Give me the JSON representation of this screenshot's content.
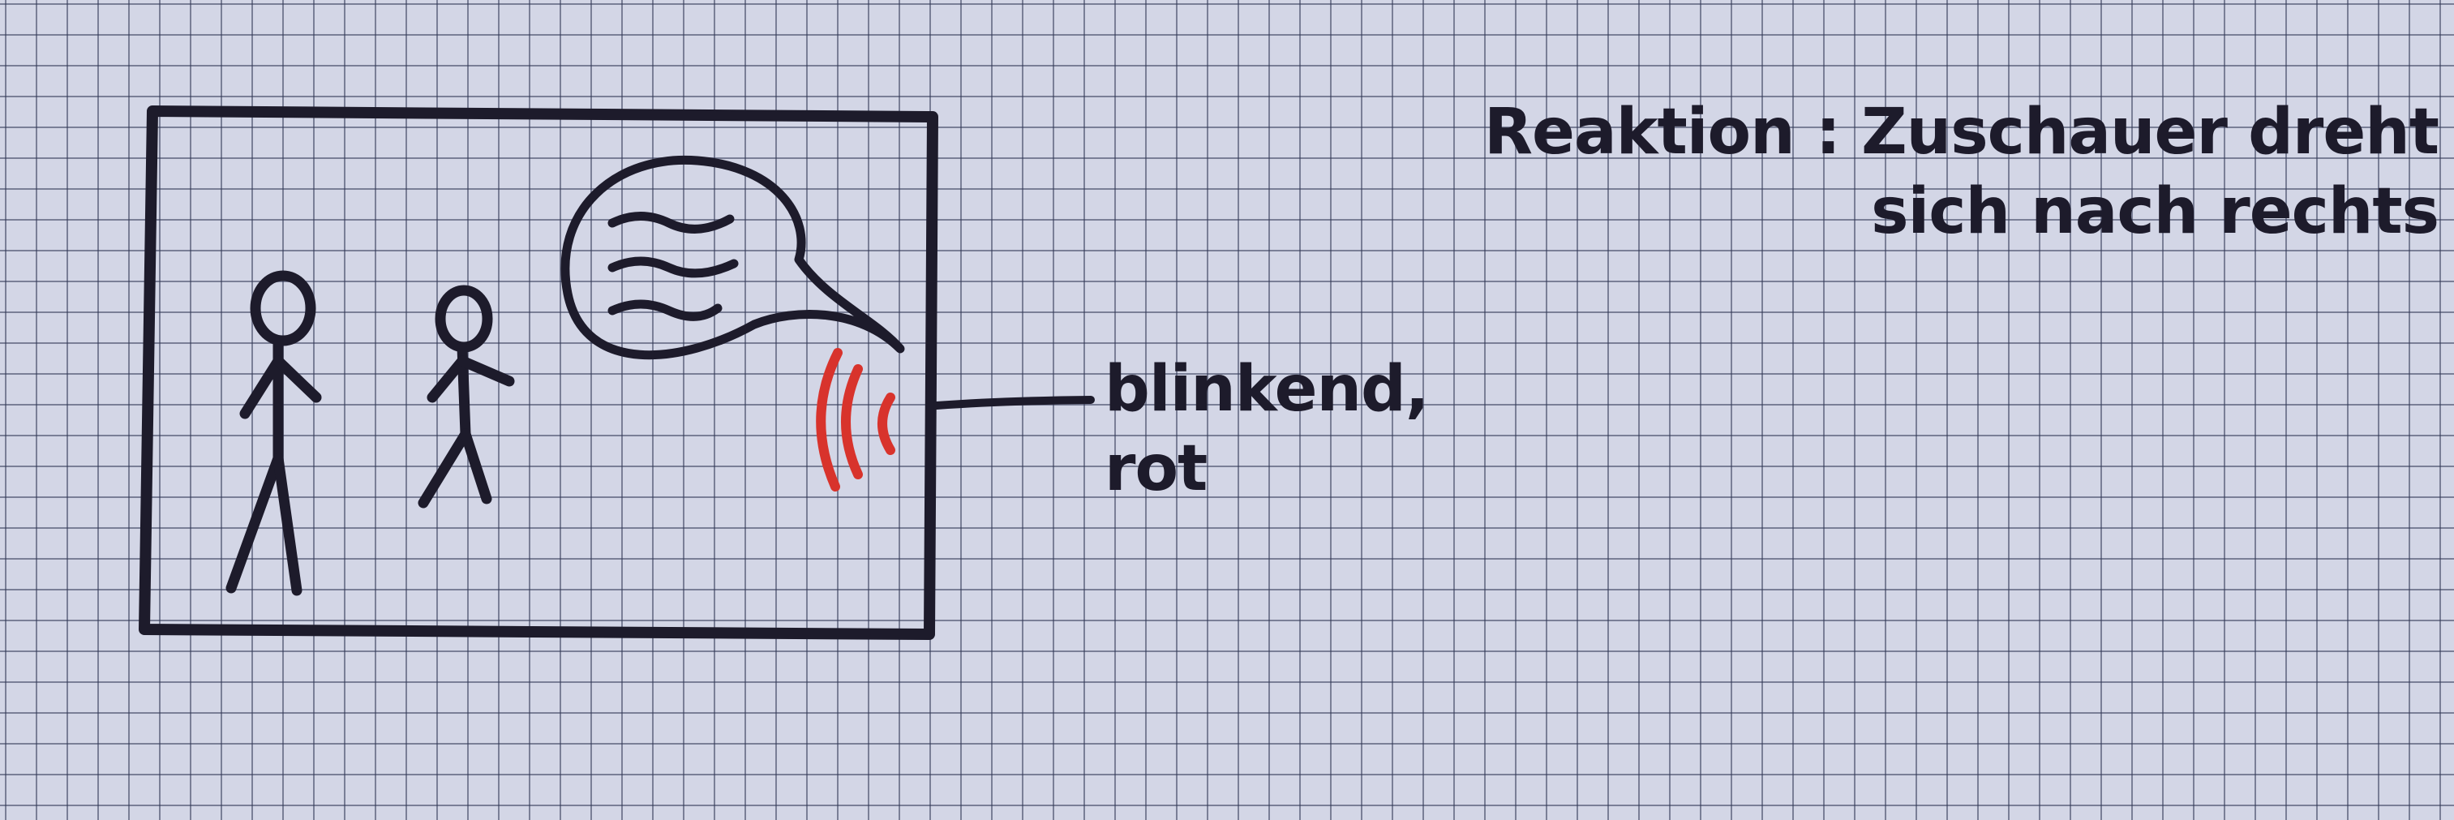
{
  "annotation": {
    "line1": "blinkend,",
    "line2": "rot"
  },
  "reaction": {
    "line1": "Reaktion : Zuschauer dreht",
    "line2": "sich nach rechts"
  },
  "colors": {
    "paper": "#d3d6e6",
    "grid": "#3a3d5a",
    "ink": "#1d1b2b",
    "signal": "#d8332c"
  },
  "icons": [
    "screen-frame",
    "stick-figure-adult",
    "stick-figure-child",
    "speech-bubble",
    "sound-wave-icon"
  ]
}
